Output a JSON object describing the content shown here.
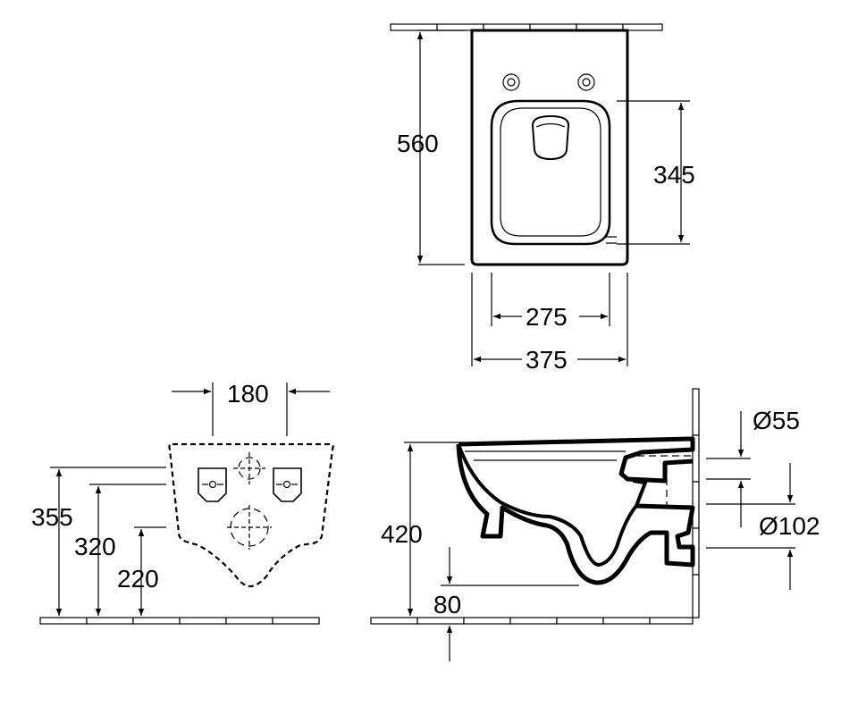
{
  "top_view": {
    "depth_label": "560",
    "bowl_length_label": "345",
    "bowl_width_label": "275",
    "overall_width_label": "375"
  },
  "front_view": {
    "bolt_spacing_label": "180",
    "height_355_label": "355",
    "height_320_label": "320",
    "height_220_label": "220"
  },
  "side_view": {
    "overall_height_label": "420",
    "floor_offset_label": "80",
    "inlet_diameter_label": "Ø55",
    "outlet_diameter_label": "Ø102"
  }
}
